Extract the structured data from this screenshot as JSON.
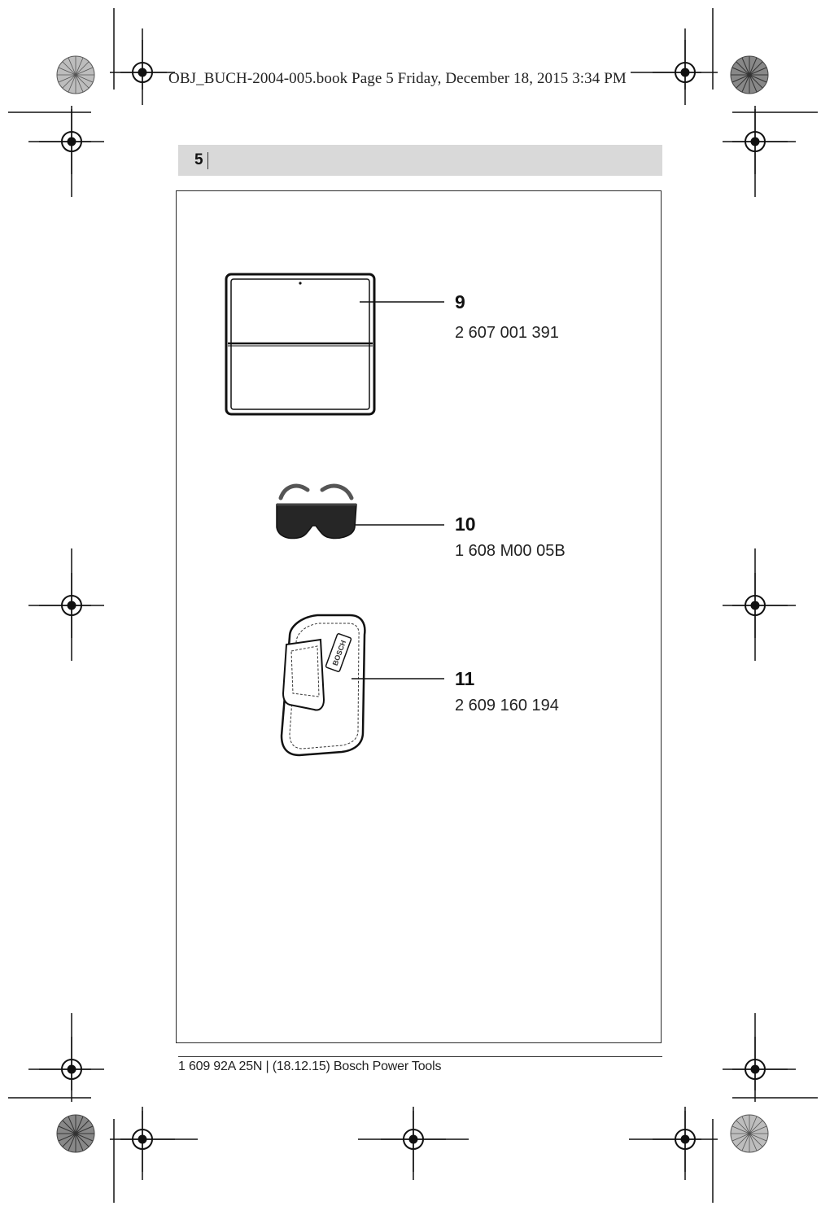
{
  "header": {
    "book_info": "OBJ_BUCH-2004-005.book  Page 5  Friday, December 18, 2015  3:34 PM"
  },
  "page": {
    "number": "5"
  },
  "items": [
    {
      "number": "9",
      "code": "2 607 001 391",
      "icon": "target-plate-icon"
    },
    {
      "number": "10",
      "code": "1 608 M00 05B",
      "icon": "laser-glasses-icon"
    },
    {
      "number": "11",
      "code": "2 609 160 194",
      "icon": "protective-pouch-icon"
    }
  ],
  "footer": {
    "text": "1 609 92A 25N | (18.12.15) Bosch Power Tools"
  },
  "brand_on_pouch": "BOSCH"
}
